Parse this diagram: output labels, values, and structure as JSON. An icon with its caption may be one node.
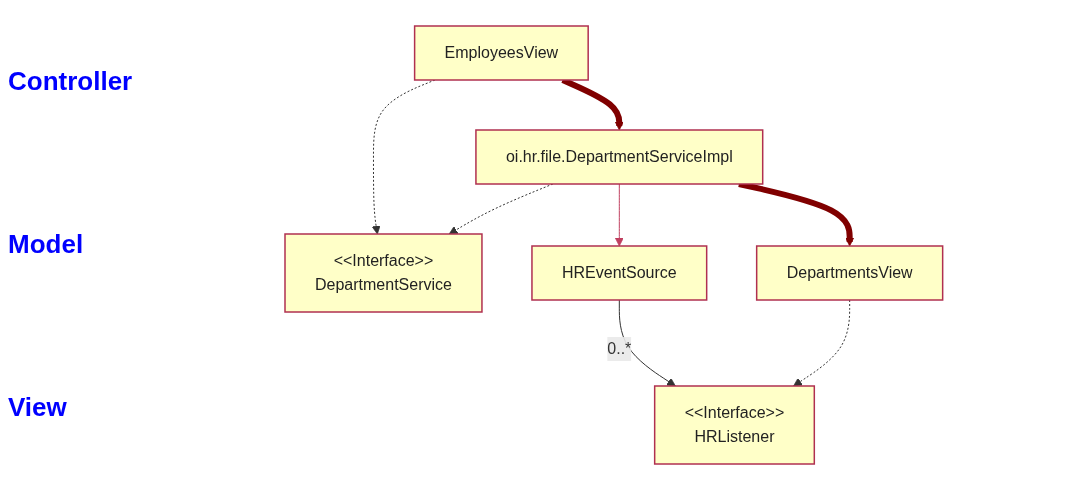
{
  "diagram": {
    "nodes": [
      {
        "text": [
          "EmployeesView"
        ]
      },
      {
        "text": [
          "<<Interface>>",
          "DepartmentService"
        ]
      },
      {
        "text": [
          "HREventSource"
        ]
      },
      {
        "text": [
          "<<Interface>>",
          "HRListener"
        ]
      },
      {
        "text": [
          "oi.hr.file.DepartmentServiceImpl"
        ]
      },
      {
        "text": [
          "DepartmentsView"
        ]
      }
    ],
    "edges": [
      {
        "from": 0,
        "to": 1,
        "arrow": "to",
        "style": "dashed"
      },
      {
        "from": 4,
        "to": 1,
        "arrow": "to",
        "style": "dashed"
      },
      {
        "from": 4,
        "to": 2,
        "arrow": "to",
        "color": "#c04060"
      },
      {
        "from": 2,
        "to": 3,
        "arrow": "to",
        "label": "0..*"
      },
      {
        "from": 5,
        "to": 3,
        "arrow": "to",
        "style": "dashed"
      },
      {
        "from": 0,
        "to": 4,
        "arrow": "to",
        "style": "thick",
        "color": "#800000"
      },
      {
        "from": 4,
        "to": 5,
        "arrow": "to",
        "style": "thick",
        "color": "#800000"
      }
    ],
    "labels": [
      "Controller",
      "Model",
      "View"
    ]
  }
}
